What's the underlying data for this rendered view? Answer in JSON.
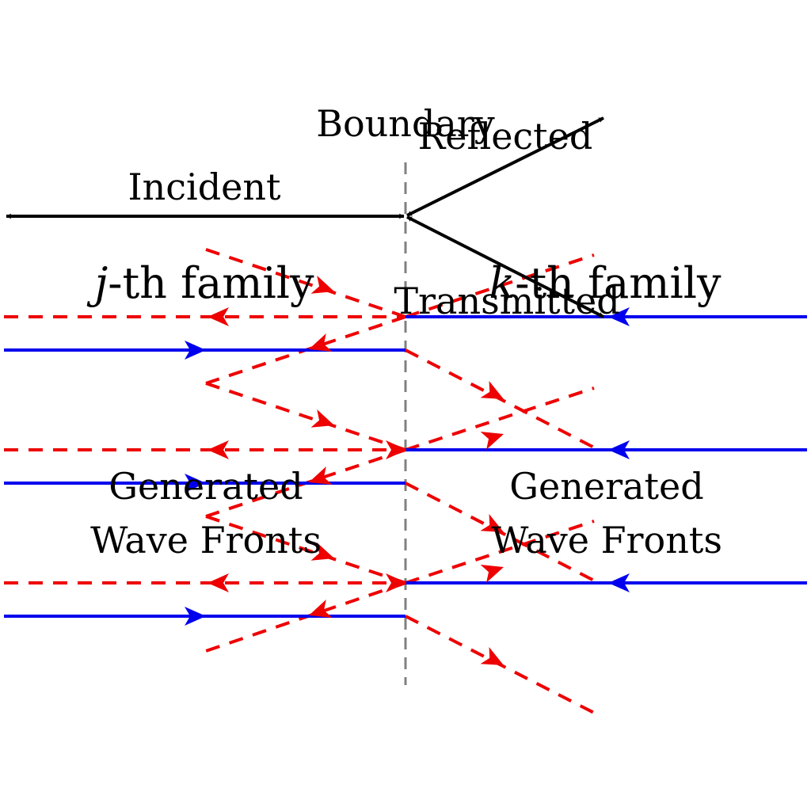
{
  "title": "",
  "colors": {
    "boundary": "#808080",
    "black": "#000000",
    "blue": "#0000ee",
    "red": "#ee0000"
  },
  "labels": {
    "boundary": "Boundary",
    "incident": "Incident",
    "reflected": "Reflected",
    "transmitted": "Transmitted",
    "j_family_var": "j",
    "j_family_rest": "-th family",
    "k_family_var": "k",
    "k_family_rest": "-th family",
    "generated_left_line1": "Generated",
    "generated_left_line2": "Wave Fronts",
    "generated_right_line1": "Generated",
    "generated_right_line2": "Wave Fronts"
  },
  "icons": {
    "arrow": "arrowhead-icon"
  }
}
